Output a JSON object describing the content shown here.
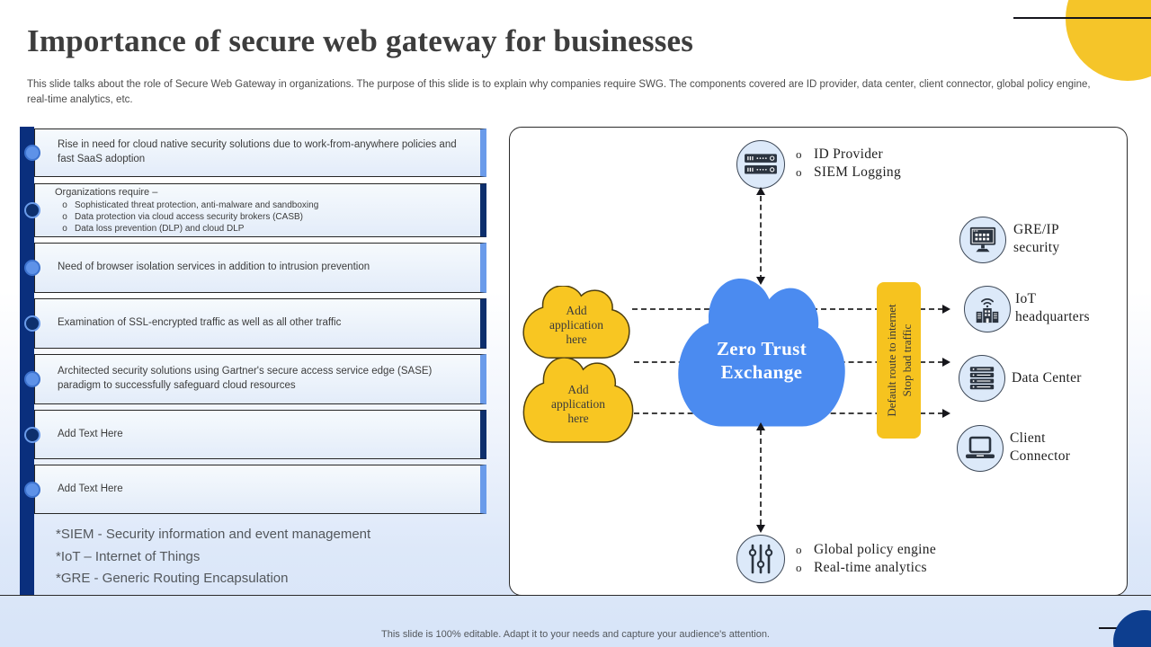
{
  "slide": {
    "title": "Importance of secure web gateway for businesses",
    "subtitle": "This slide talks about the role of Secure Web Gateway in organizations. The purpose of this slide is to explain why companies require SWG. The components covered are ID provider, data center, client connector, global policy engine, real-time analytics, etc.",
    "footer": "This slide is 100% editable. Adapt it to your needs and capture your audience's attention."
  },
  "colors": {
    "navy": "#0a2f7d",
    "light_blue_accent": "#6a9bea",
    "cloud_blue": "#4b8bf0",
    "golden_yellow": "#f6c31f",
    "box_fill": "#e9f1fb",
    "panel_bg": "#ffffff",
    "bottom_band": "#d7e4f8"
  },
  "left_panel": {
    "items": [
      {
        "text": "Rise in need for cloud native  security solutions due to work-from-anywhere policies and fast SaaS adoption"
      },
      {
        "heading": "Organizations require –",
        "bullet": "o",
        "bullets": [
          "Sophisticated threat protection, anti-malware and sandboxing",
          "Data protection via cloud access security brokers (CASB)",
          "Data loss prevention (DLP) and cloud DLP"
        ]
      },
      {
        "text": "Need of browser isolation services in addition to intrusion prevention"
      },
      {
        "text": "Examination of SSL-encrypted traffic as well as all other traffic"
      },
      {
        "text": "Architected security solutions using Gartner's secure access service edge (SASE) paradigm to successfully safeguard cloud resources"
      },
      {
        "text": "Add Text Here"
      },
      {
        "text": "Add Text Here"
      }
    ],
    "footnotes": [
      "*SIEM - Security information and event management",
      "*IoT – Internet  of Things",
      "*GRE - Generic Routing Encapsulation"
    ]
  },
  "diagram": {
    "top_node": {
      "icon": "servers-icon",
      "bullet": "o",
      "items": [
        "ID Provider",
        "SIEM Logging"
      ]
    },
    "bottom_node": {
      "icon": "sliders-icon",
      "bullet": "o",
      "items": [
        "Global policy engine",
        "Real-time analytics"
      ]
    },
    "right_nodes": [
      {
        "icon": "monitor-grid-icon",
        "lines": [
          "GRE/IP",
          "security"
        ]
      },
      {
        "icon": "iot-buildings-icon",
        "lines": [
          "IoT",
          "headquarters"
        ]
      },
      {
        "icon": "server-stack-icon",
        "lines": [
          "Data Center"
        ]
      },
      {
        "icon": "laptop-icon",
        "lines": [
          "Client",
          "Connector"
        ]
      }
    ],
    "center_cloud": {
      "lines": [
        "Zero Trust",
        "Exchange"
      ]
    },
    "app_clouds": [
      {
        "lines": [
          "Add",
          "application",
          "here"
        ]
      },
      {
        "lines": [
          "Add",
          "application",
          "here"
        ]
      }
    ],
    "gateway_bar": {
      "lines": [
        "Default route to internet",
        "Stop bad traffic"
      ]
    }
  }
}
